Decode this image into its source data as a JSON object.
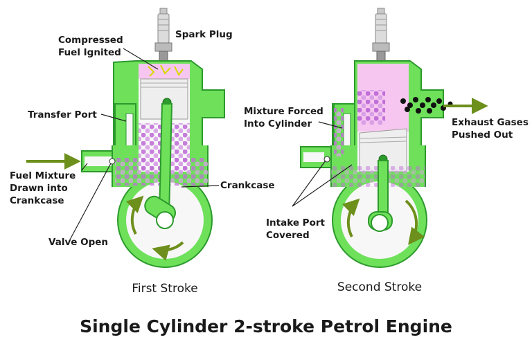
{
  "title": "Single Cylinder 2-stroke Petrol Engine",
  "colors": {
    "body": "#6ee05a",
    "outline": "#2c9a2c",
    "cavity": "#f7f7f7",
    "piston": "#eeeeee",
    "charge": "#f6c6f0",
    "particle": "#c070d8",
    "arrow": "#6d8f1c",
    "exhaust": "#111111"
  },
  "first": {
    "stroke_label": "First Stroke",
    "labels": {
      "compressed_line1": "Compressed",
      "compressed_line2": "Fuel Ignited",
      "spark_plug": "Spark Plug",
      "transfer_port": "Transfer Port",
      "fuel_mixture_line1": "Fuel Mixture",
      "fuel_mixture_line2": "Drawn into",
      "fuel_mixture_line3": "Crankcase",
      "crankcase": "Crankcase",
      "valve_open": "Valve Open"
    }
  },
  "second": {
    "stroke_label": "Second Stroke",
    "labels": {
      "mixture_line1": "Mixture Forced",
      "mixture_line2": "Into Cylinder",
      "exhaust_line1": "Exhaust Gases",
      "exhaust_line2": "Pushed Out",
      "intake_line1": "Intake Port",
      "intake_line2": "Covered"
    }
  }
}
